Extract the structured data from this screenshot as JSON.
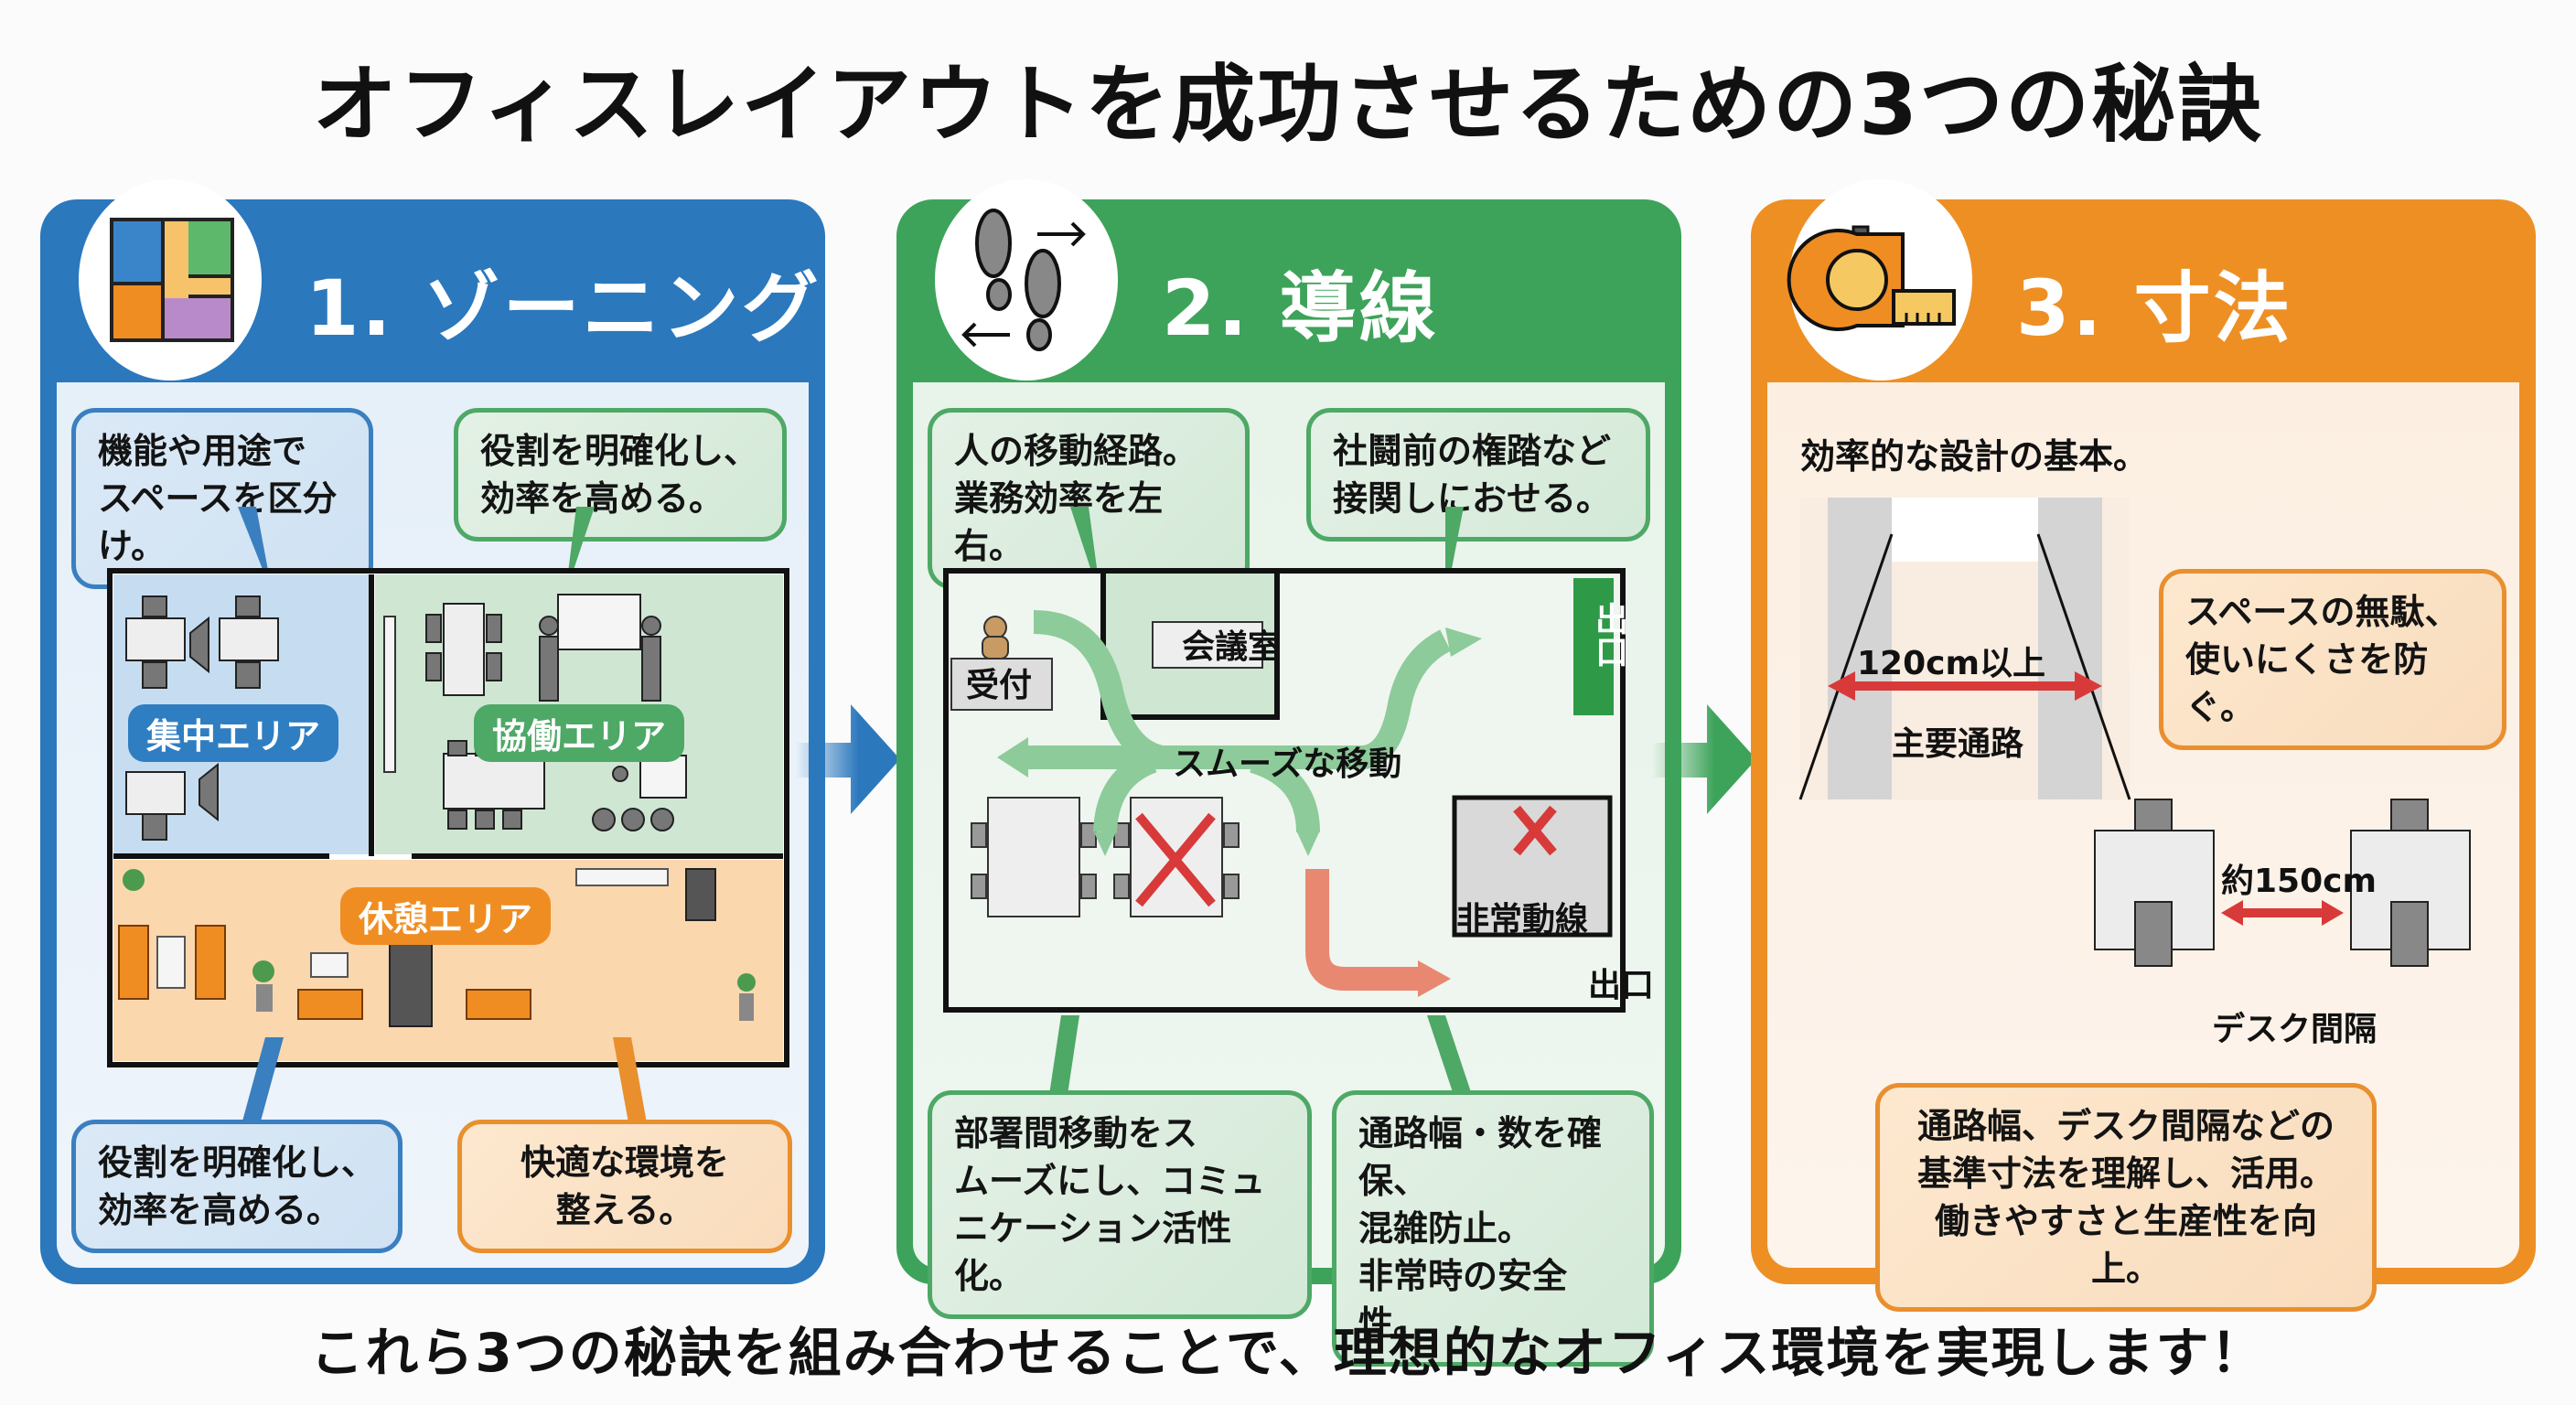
{
  "title": "オフィスレイアウトを成功させるための3つの秘訣",
  "footer": "これら3つの秘訣を組み合わせることで、理想的なオフィス環境を実現します！",
  "colors": {
    "zoning": "#2b78bd",
    "flow": "#3da35a",
    "dimensions": "#ee8f24",
    "warning_red": "#d83a3a"
  },
  "panels": [
    {
      "number": "1.",
      "title": "ゾーニング",
      "icon": "floor-plan-icon",
      "bubbles": [
        "機能や用途で\nスペースを区分け。",
        "役割を明確化し、\n効率を高める。",
        "役割を明確化し、\n効率を高める。",
        "快適な環境を\n整える。"
      ],
      "zones": [
        "集中エリア",
        "協働エリア",
        "休憩エリア"
      ]
    },
    {
      "number": "2.",
      "title": "導線",
      "icon": "footsteps-icon",
      "bubbles": [
        "人の移動経路。\n業務効率を左右。",
        "社鬪前の権踏など\n接関しにおせる。",
        "部署間移動をス\nムーズにし、コミュ\nニケーション活性化。",
        "通路幅・数を確保、\n混雑防止。\n非常時の安全性。"
      ],
      "labels": {
        "reception": "受付",
        "meeting_room": "会議室",
        "smooth_movement": "スムーズな移動",
        "emergency_route": "非常動線",
        "exit_top": "出口",
        "exit_bottom": "出口"
      }
    },
    {
      "number": "3.",
      "title": "寸法",
      "icon": "tape-measure-icon",
      "intro": "効率的な設計の基本。",
      "bubbles": [
        "スペースの無駄、\n使いにくさを防ぐ。",
        "通路幅、デスク間隔などの\n基準寸法を理解し、活用。\n働きやすさと生産性を向上。"
      ],
      "labels": {
        "corridor_width": "120cm以上",
        "corridor_name": "主要通路",
        "desk_gap": "約150cm",
        "desk_gap_name": "デスク間隔"
      }
    }
  ]
}
